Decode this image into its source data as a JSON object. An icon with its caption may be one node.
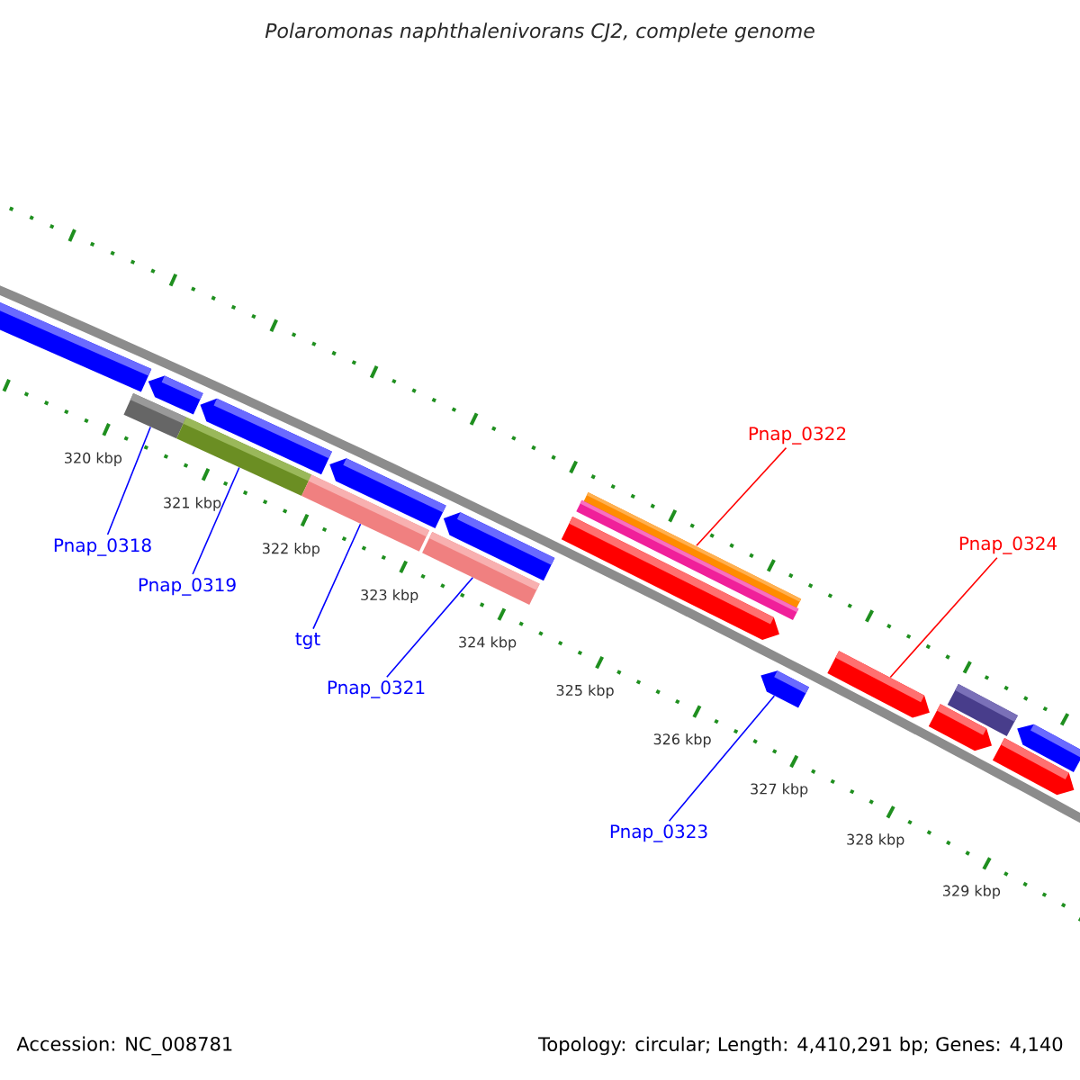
{
  "diagram": {
    "title": "Polaromonas naphthalenivorans CJ2, complete genome",
    "nodes": [
      {
        "text": [
          "Pnap_0318"
        ]
      },
      {
        "text": [
          "Pnap_0319"
        ]
      },
      {
        "text": [
          "tgt"
        ]
      },
      {
        "text": [
          "Pnap_0321"
        ]
      },
      {
        "text": [
          "Pnap_0322"
        ]
      },
      {
        "text": [
          "Pnap_0323"
        ]
      },
      {
        "text": [
          "Pnap_0324"
        ]
      },
      {
        "text": [],
        "shape": "bar"
      },
      {
        "text": [],
        "shape": "bar"
      },
      {
        "text": [],
        "shape": "bar"
      },
      {
        "text": [],
        "shape": "bar"
      },
      {
        "text": [],
        "shape": "bar"
      },
      {
        "text": [],
        "shape": "bar"
      },
      {
        "text": [],
        "shape": "bar"
      },
      {
        "text": [],
        "shape": "bar"
      },
      {
        "text": [],
        "shape": "bar"
      },
      {
        "text": [],
        "shape": "bar"
      },
      {
        "text": [],
        "shape": "bar"
      },
      {
        "text": [],
        "shape": "bar"
      },
      {
        "text": [],
        "shape": "bar"
      },
      {
        "text": [],
        "shape": "bar"
      },
      {
        "text": [],
        "shape": "bar"
      },
      {
        "text": [],
        "shape": "bar"
      },
      {
        "text": [],
        "shape": "bar"
      },
      {
        "text": [],
        "shape": "bar"
      }
    ],
    "edges": [
      {
        "from": 0,
        "to": 8,
        "arrow": "none"
      },
      {
        "from": 1,
        "to": 10,
        "arrow": "none"
      },
      {
        "from": 2,
        "to": 12,
        "arrow": "none"
      },
      {
        "from": 3,
        "to": 14,
        "arrow": "none"
      },
      {
        "from": 4,
        "to": 16,
        "arrow": "none",
        "color": "#ff0000"
      },
      {
        "from": 5,
        "to": 19,
        "arrow": "none"
      },
      {
        "from": 6,
        "to": 20,
        "arrow": "none",
        "color": "#ff0000"
      }
    ],
    "labels": [
      "320 kbp",
      "321 kbp",
      "322 kbp",
      "323 kbp",
      "324 kbp",
      "325 kbp",
      "326 kbp",
      "327 kbp",
      "328 kbp",
      "329 kbp",
      "Accession: NC_008781",
      "Topology: circular; Length: 4,410,291 bp; Genes: 4,140"
    ]
  }
}
